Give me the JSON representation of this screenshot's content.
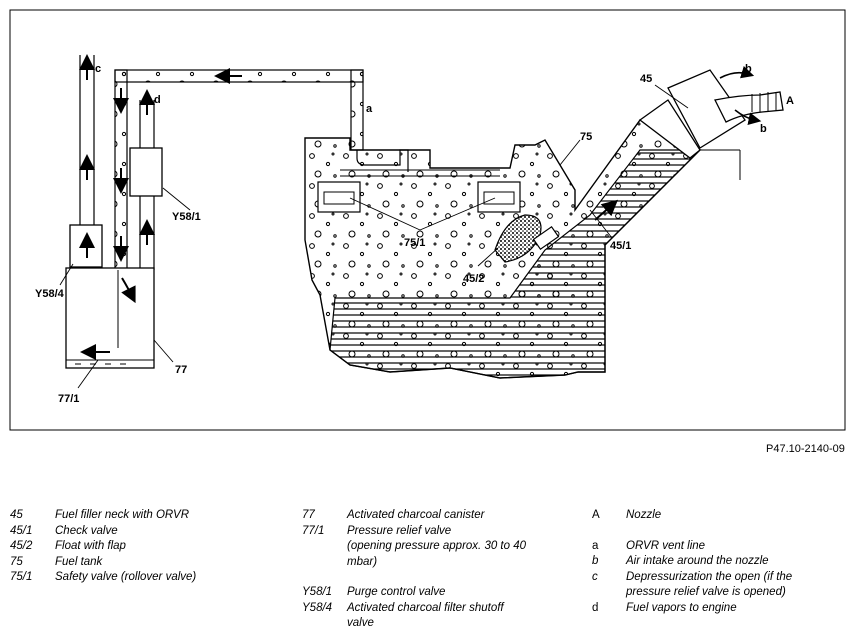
{
  "figure": {
    "ref": "P47.10-2140-09",
    "callouts": {
      "c": "c",
      "d": "d",
      "a": "a",
      "b1": "b",
      "b2": "b",
      "A": "A",
      "n45": "45",
      "n75": "75",
      "n75_1": "75/1",
      "n45_2": "45/2",
      "n45_1": "45/1",
      "y58_1": "Y58/1",
      "y58_4": "Y58/4",
      "n77": "77",
      "n77_1": "77/1"
    }
  },
  "legend": {
    "col1": [
      {
        "code": "45",
        "desc": "Fuel filler neck with ORVR"
      },
      {
        "code": "45/1",
        "desc": "Check valve"
      },
      {
        "code": "45/2",
        "desc": "Float with flap"
      },
      {
        "code": "75",
        "desc": "Fuel tank"
      },
      {
        "code": "75/1",
        "desc": "Safety valve (rollover valve)"
      }
    ],
    "col2": [
      {
        "code": "77",
        "desc": "Activated charcoal canister"
      },
      {
        "code": "77/1",
        "desc": "Pressure relief valve",
        "desc2": "(opening pressure approx. 30 to 40",
        "desc3": "mbar)"
      },
      {
        "code": "Y58/1",
        "desc": "Purge control valve"
      },
      {
        "code": "Y58/4",
        "desc": "Activated charcoal filter shutoff",
        "desc2": "valve"
      }
    ],
    "col3": [
      {
        "code": "A",
        "desc": "Nozzle"
      },
      {
        "code": "a",
        "desc": "ORVR vent line"
      },
      {
        "code": "b",
        "desc": "Air intake around the nozzle"
      },
      {
        "code": "c",
        "desc": "Depressurization the open (if the",
        "desc2": "pressure relief valve is opened)"
      },
      {
        "code": "d",
        "desc": "Fuel vapors to engine"
      }
    ]
  }
}
